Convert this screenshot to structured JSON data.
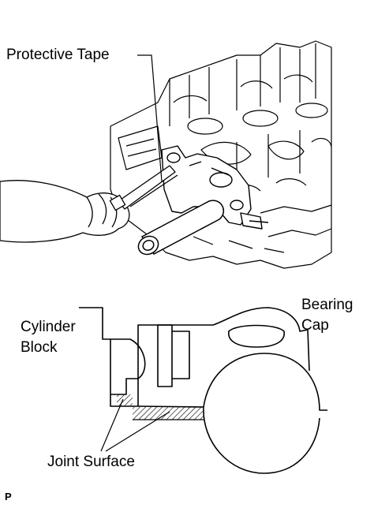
{
  "labels": {
    "protective_tape": "Protective Tape",
    "cylinder_block_line1": "Cylinder",
    "cylinder_block_line2": "Block",
    "bearing_cap_line1": "Bearing",
    "bearing_cap_line2": "Cap",
    "joint_surface": "Joint Surface",
    "corner_mark": "P"
  }
}
